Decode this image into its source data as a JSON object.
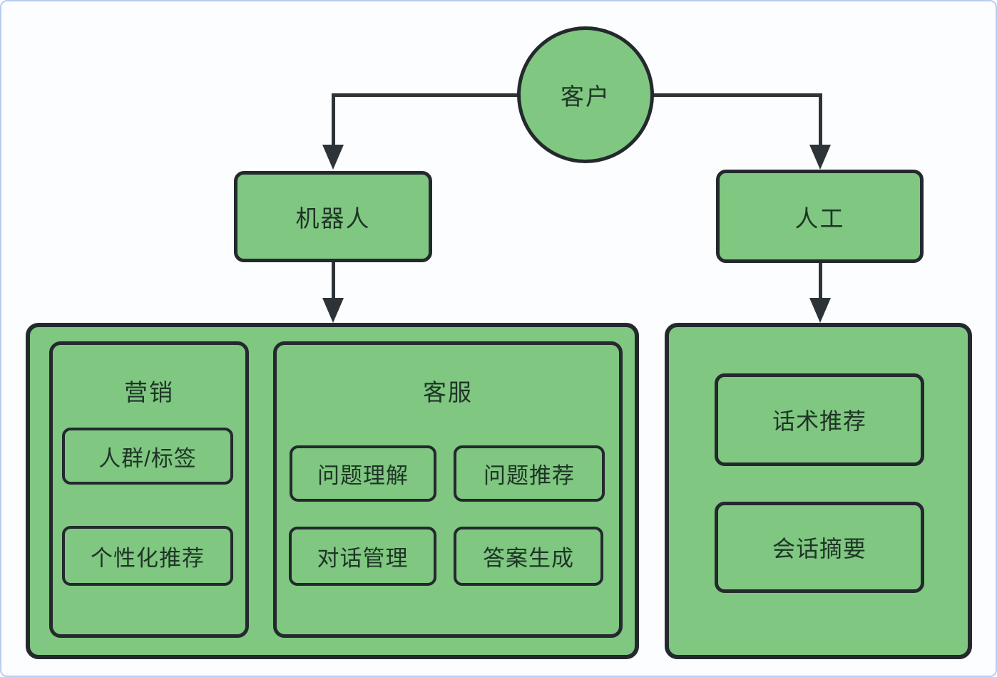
{
  "diagram": {
    "customer_label": "客户",
    "robot_label": "机器人",
    "human_label": "人工",
    "marketing": {
      "title": "营销",
      "items": [
        "人群/标签",
        "个性化推荐"
      ]
    },
    "service": {
      "title": "客服",
      "items": [
        "问题理解",
        "问题推荐",
        "对话管理",
        "答案生成"
      ]
    },
    "human_tools": {
      "items": [
        "话术推荐",
        "会话摘要"
      ]
    }
  },
  "colors": {
    "node_fill": "#80c781",
    "node_border": "#23292d",
    "text": "#1e3526",
    "connector": "#2e3338",
    "background": "#fcfdff",
    "frame_blue": "#4c7fe0"
  }
}
